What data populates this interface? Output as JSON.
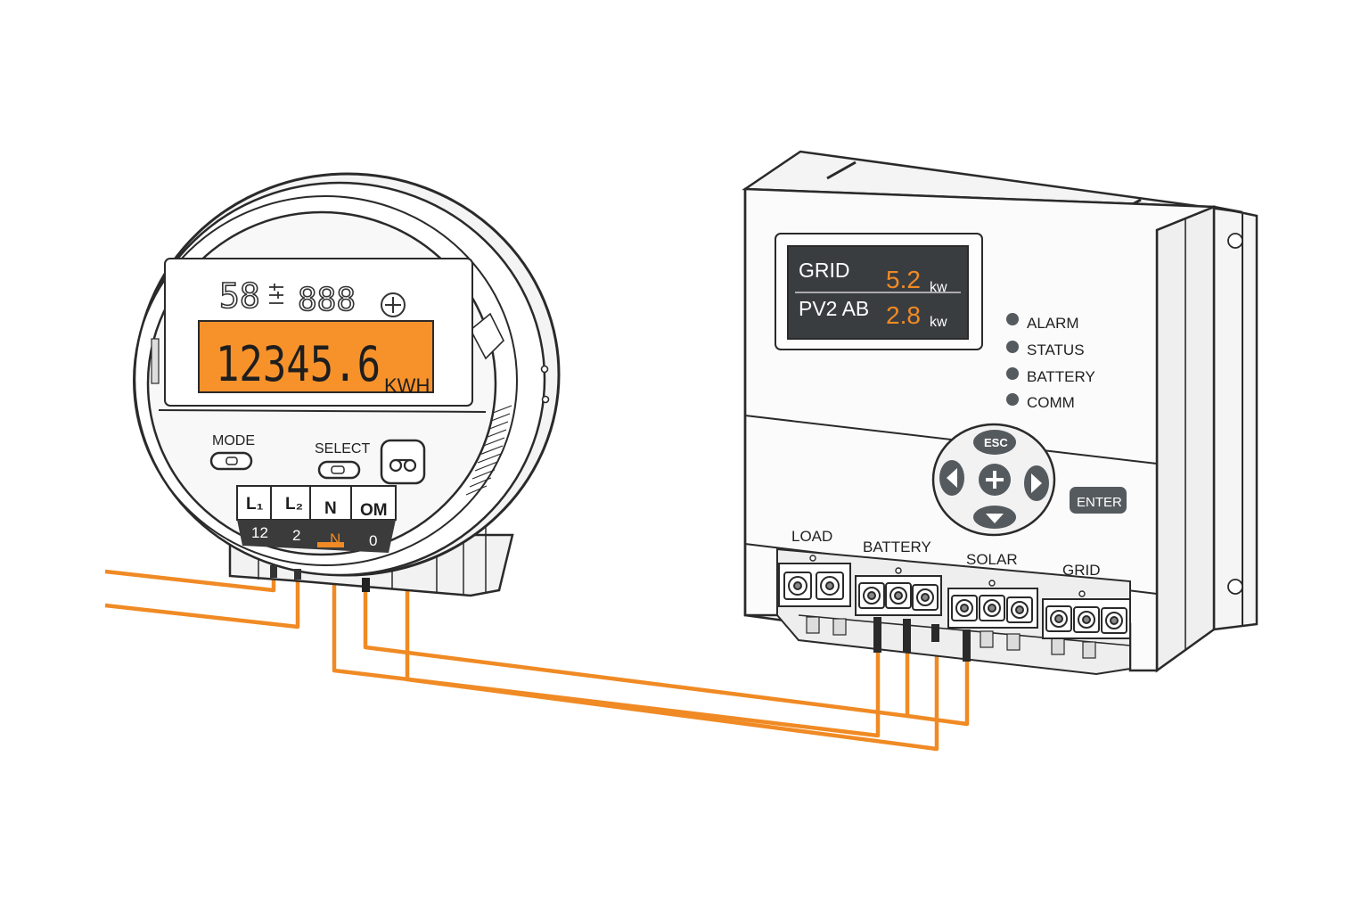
{
  "meter": {
    "top_glyphs": "58",
    "top_digits": "888",
    "reading_value": "12345.6",
    "reading_unit": "KWH",
    "mode_label": "MODE",
    "select_label": "SELECT",
    "terminals": [
      {
        "label": "L₁",
        "sub": "12"
      },
      {
        "label": "L₂",
        "sub": "2"
      },
      {
        "label": "N",
        "sub": "N"
      },
      {
        "label": "OM",
        "sub": "0"
      }
    ]
  },
  "controller": {
    "screen": [
      {
        "name": "GRID",
        "value": "5.2",
        "unit": "kw"
      },
      {
        "name": "PV2 AB",
        "value": "2.8",
        "unit": "kw"
      }
    ],
    "indicators": [
      "ALARM",
      "STATUS",
      "BATTERY",
      "COMM"
    ],
    "keypad": {
      "esc": "ESC",
      "enter": "ENTER"
    },
    "terminal_groups": [
      "LOAD",
      "BATTERY",
      "SOLAR",
      "GRID"
    ]
  },
  "colors": {
    "accent": "#f08a24",
    "lcd": "#f7922b",
    "screen_bg": "#3a3d40",
    "outline": "#2a2a2a",
    "led": "#555a5f"
  }
}
